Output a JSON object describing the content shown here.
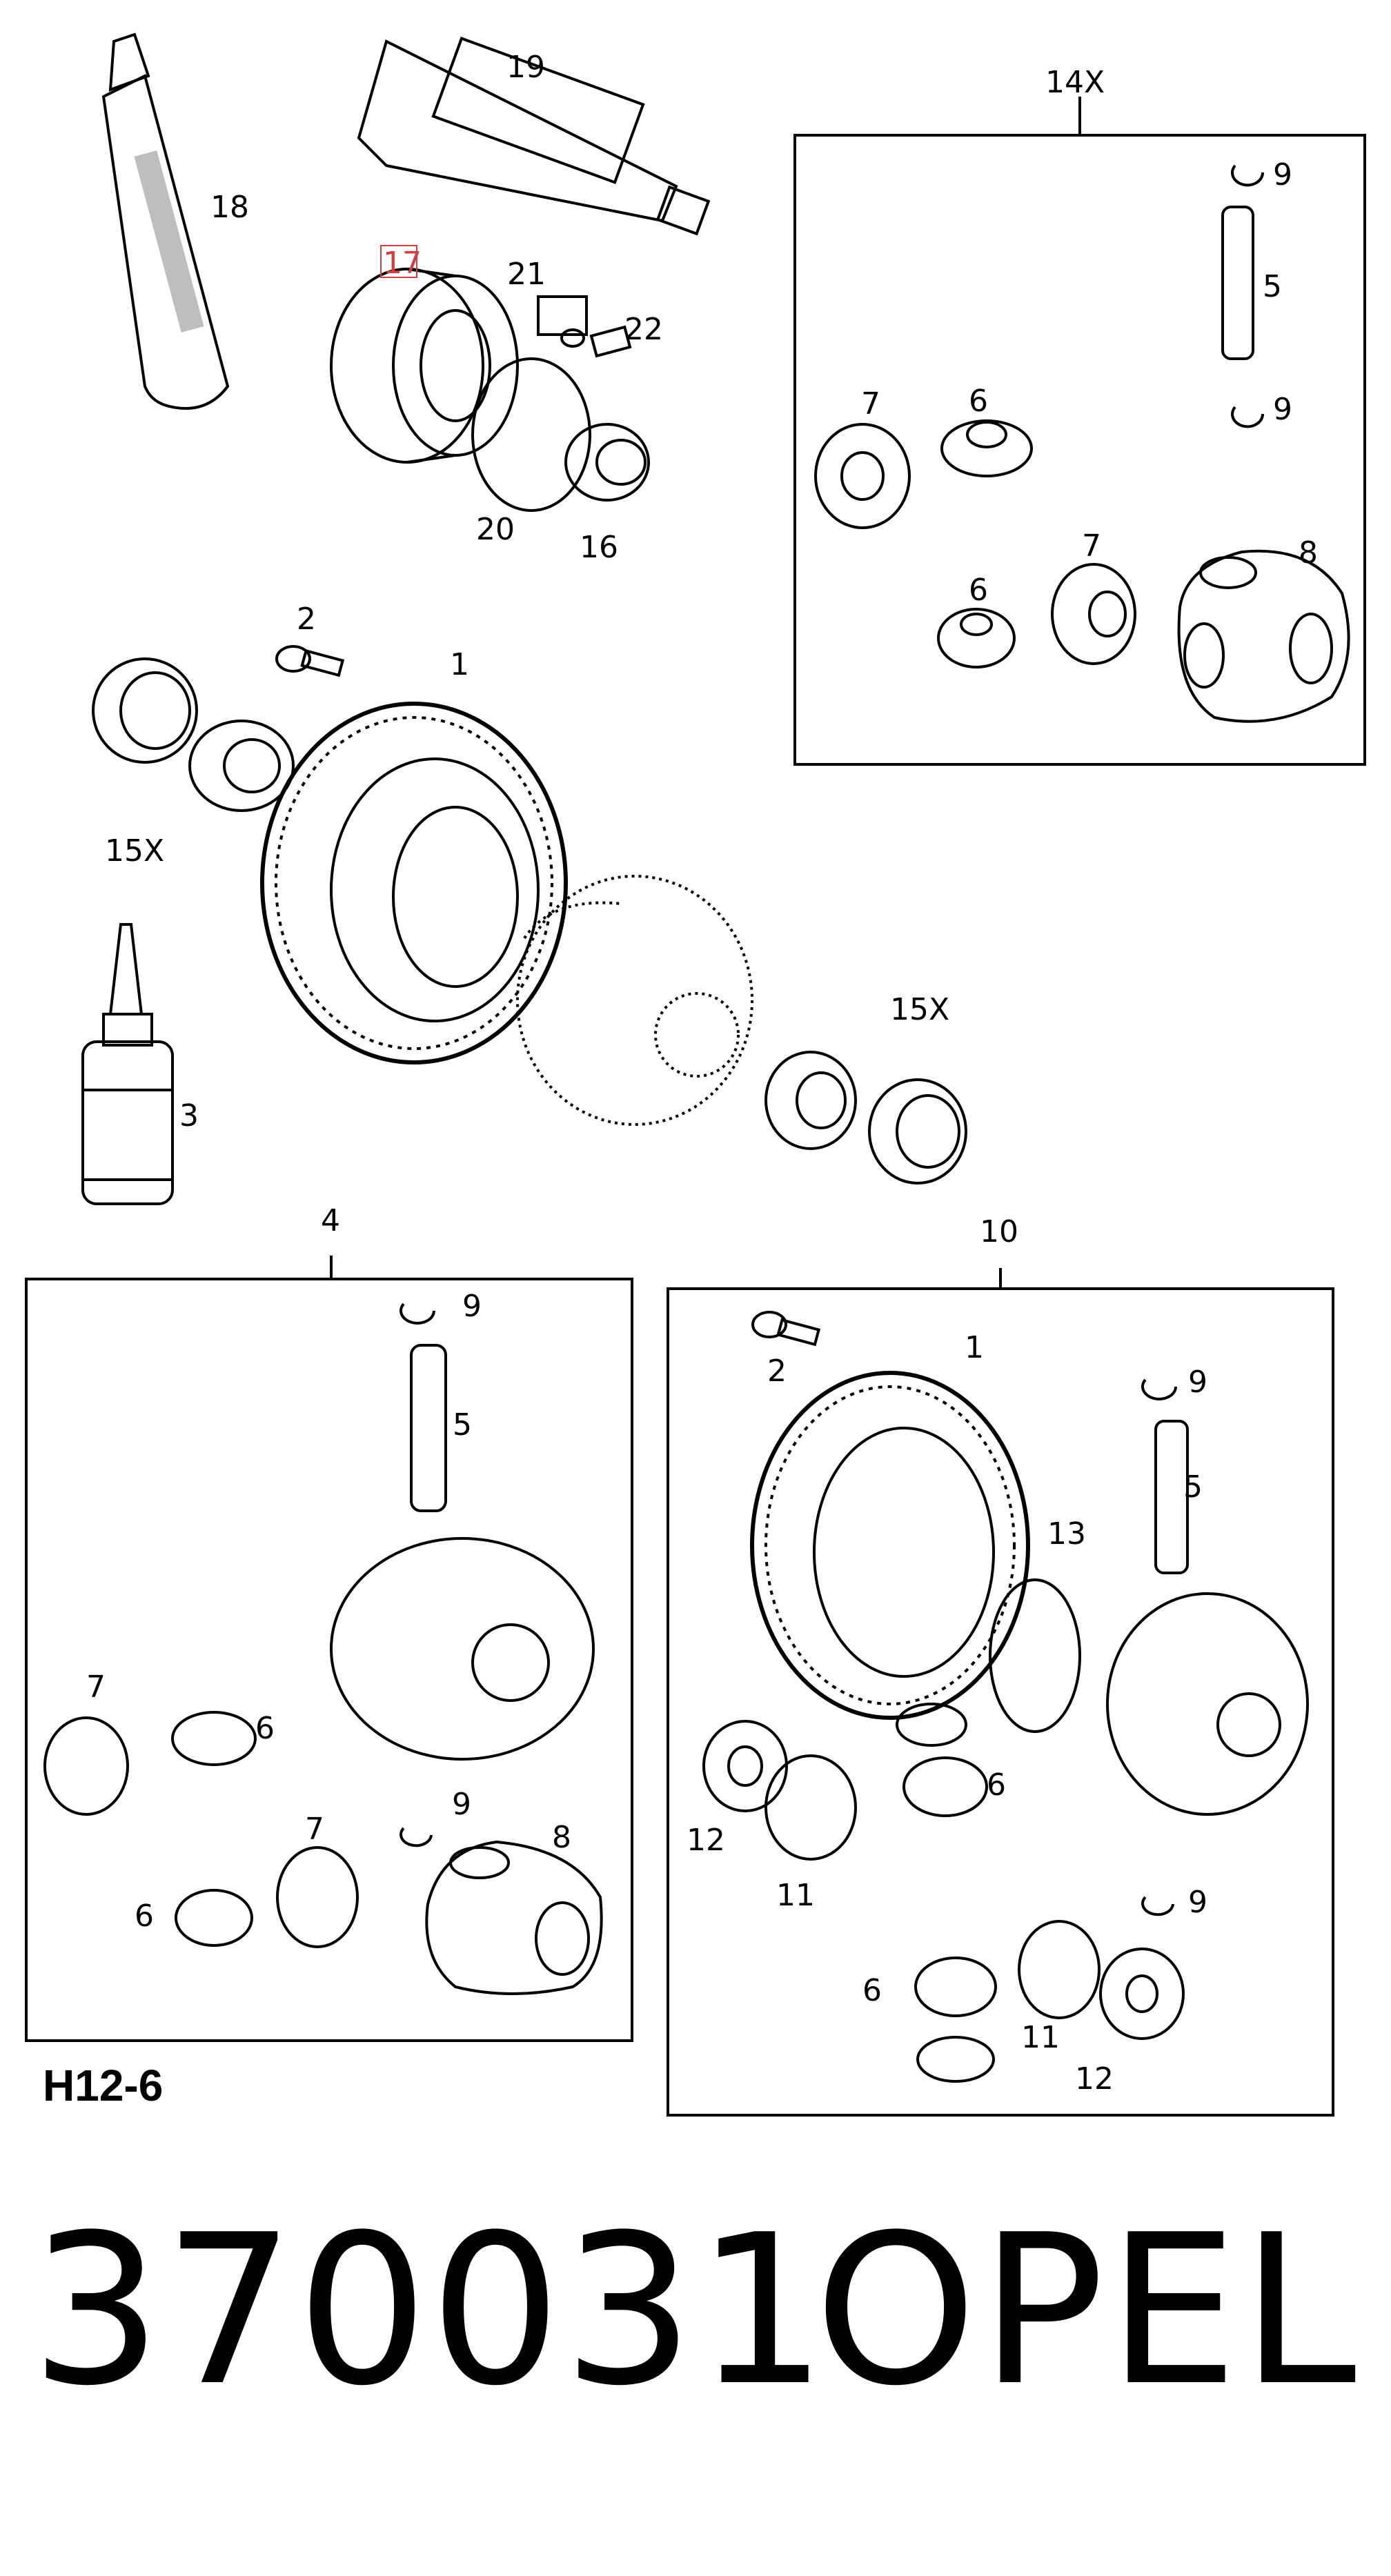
{
  "diagram": {
    "sheet_code": "H12-6",
    "part_number": "370031",
    "brand": "OPEL",
    "labels": {
      "l1a": "1",
      "l1b": "1",
      "l2a": "2",
      "l2b": "2",
      "l3": "3",
      "l4": "4",
      "l5a": "5",
      "l5b": "5",
      "l5c": "5",
      "l6a": "6",
      "l6b": "6",
      "l6c": "6",
      "l6d": "6",
      "l6e": "6",
      "l6f": "6",
      "l7a": "7",
      "l7b": "7",
      "l7c": "7",
      "l7d": "7",
      "l8a": "8",
      "l8b": "8",
      "l9a": "9",
      "l9b": "9",
      "l9c": "9",
      "l9d": "9",
      "l9e": "9",
      "l9f": "9",
      "l10": "10",
      "l11a": "11",
      "l11b": "11",
      "l12a": "12",
      "l12b": "12",
      "l13": "13",
      "l14x": "14X",
      "l15xa": "15X",
      "l15xb": "15X",
      "l16": "16",
      "l17": "17",
      "l18": "18",
      "l19": "19",
      "l20": "20",
      "l21": "21",
      "l22": "22"
    },
    "highlight_color": "#d04040"
  }
}
